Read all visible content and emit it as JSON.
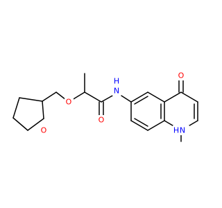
{
  "molecule": {
    "atom_labels": {
      "ring_oxygen": "O",
      "ether_oxygen": "O",
      "carbonyl_oxygen": "O",
      "amide_nh": "H",
      "amide_n": "N",
      "ketone_oxygen": "O",
      "ring_nh": "H",
      "ring_n_h": "H",
      "ring_n": "N"
    },
    "colors": {
      "bond": "#000000",
      "oxygen": "#ff0000",
      "nitrogen": "#0000ff",
      "background": "#ffffff"
    }
  }
}
